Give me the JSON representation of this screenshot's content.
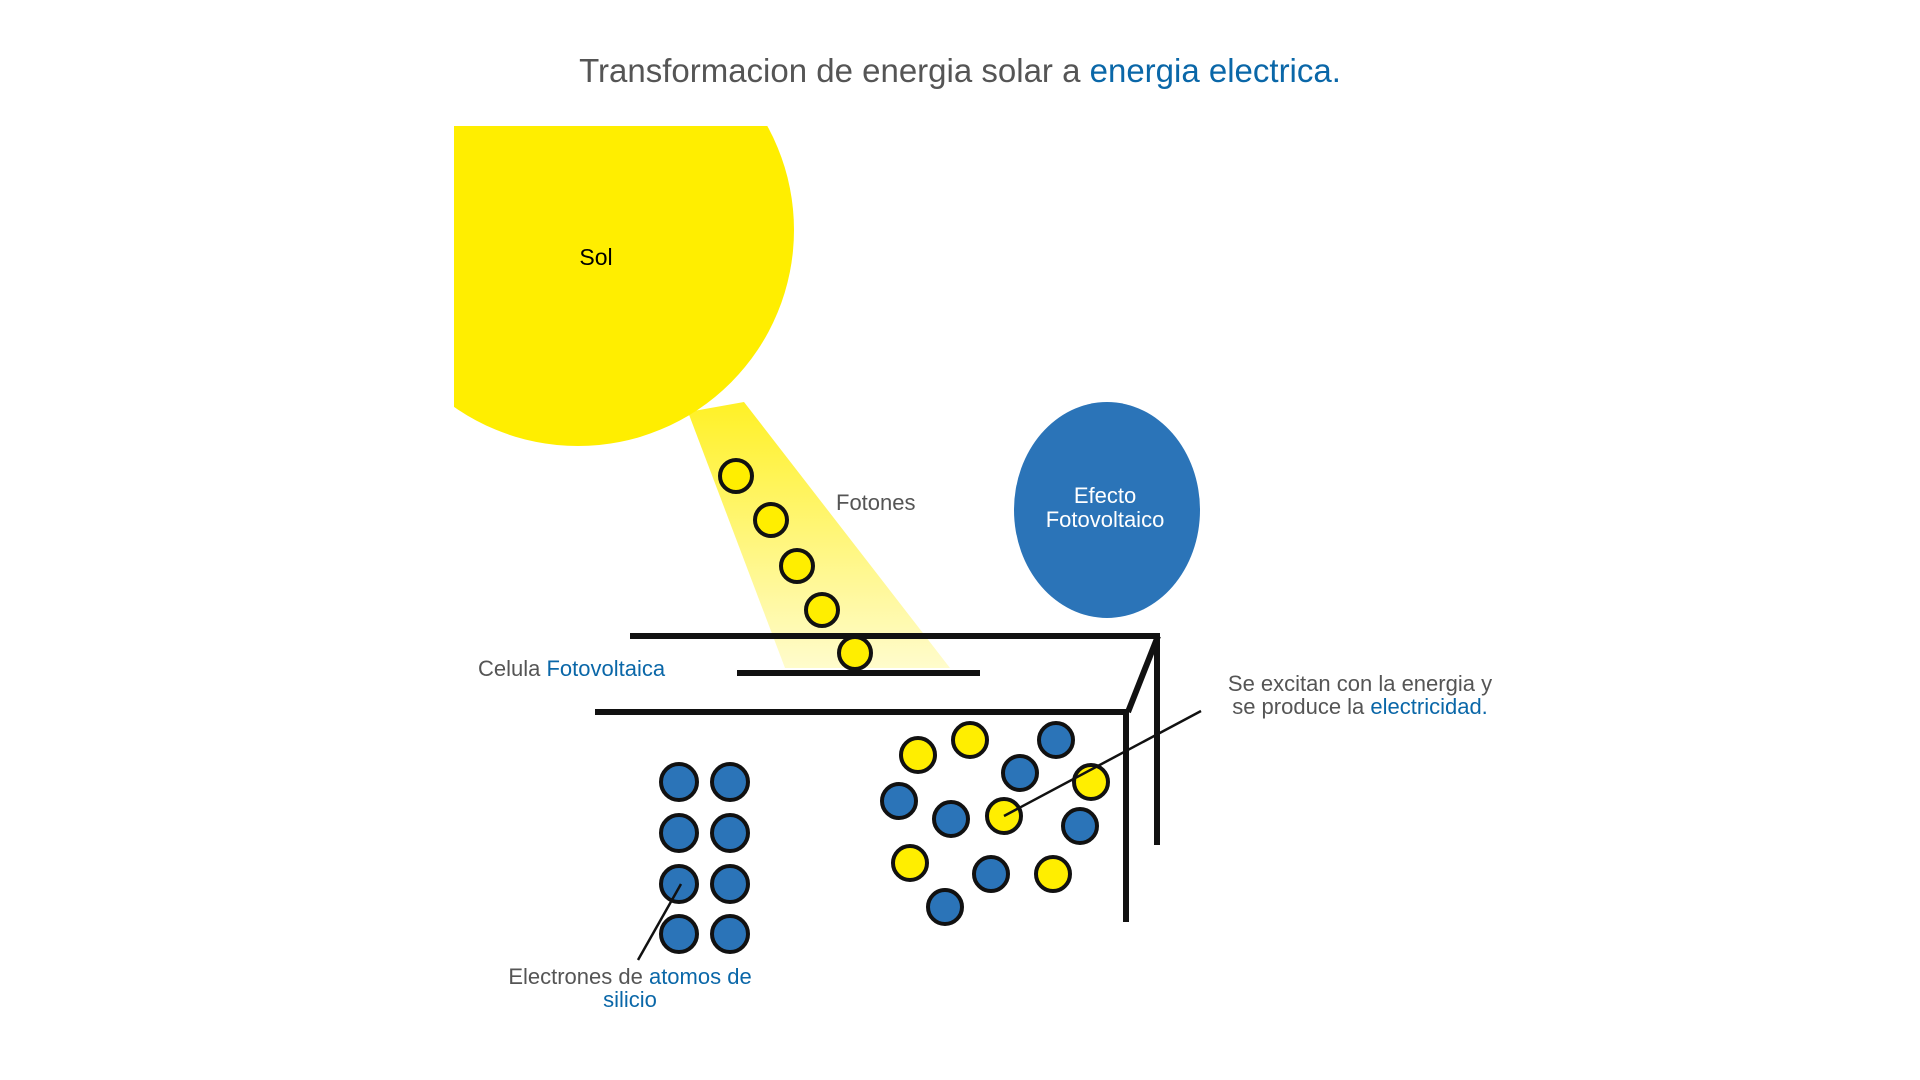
{
  "title": {
    "part1": "Transformacion de energia solar a ",
    "part2": "energia electrica."
  },
  "labels": {
    "sol": "Sol",
    "fotones": "Fotones",
    "efecto_line1": "Efecto",
    "efecto_line2": "Fotovoltaico",
    "celula_part1": "Celula ",
    "celula_part2": "Fotovoltaica",
    "excitan_line1": "Se excitan con la energia y",
    "excitan_line2_part1": "se produce la ",
    "excitan_line2_part2": "electricidad.",
    "electrones_part1": "Electrones de ",
    "electrones_part2": "atomos de",
    "electrones_line2": "silicio"
  },
  "colors": {
    "sun": "#ffee00",
    "photon": "#ffee00",
    "electron": "#2b74b8",
    "outline": "#111111",
    "accent_text": "#0a67a8",
    "body_text": "#555555"
  }
}
